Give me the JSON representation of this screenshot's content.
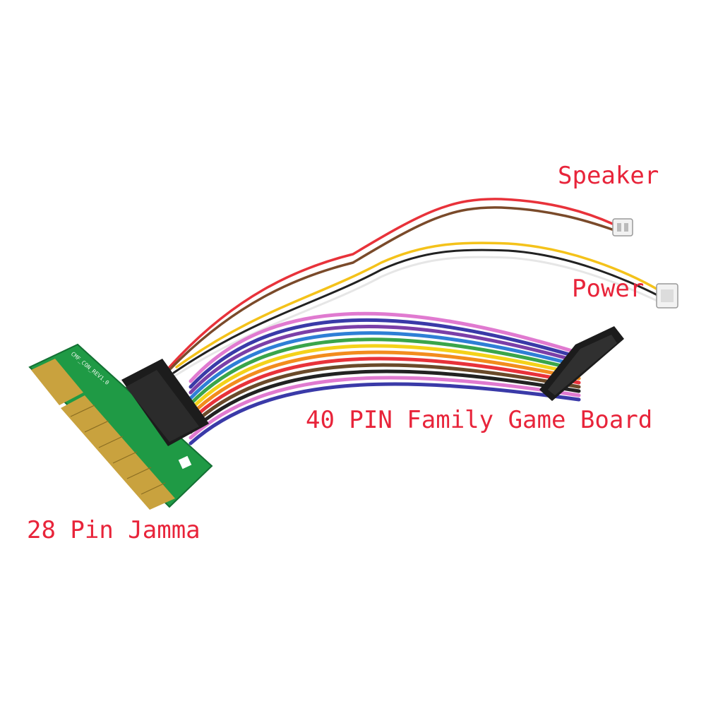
{
  "labels": {
    "speaker": "Speaker",
    "power": "Power",
    "family_board": "40 PIN Family Game Board",
    "jamma": "28 Pin Jamma"
  },
  "pcb_silkscreen": "CMF_CON_REV1.0",
  "colors": {
    "label_text": "#e8243a",
    "pcb_green": "#1f9a45",
    "gold_contacts": "#c9a23e",
    "connector_black": "#1c1c1c",
    "ribbon_wires": [
      "#e8323a",
      "#f28c1e",
      "#f4d21a",
      "#3aa54a",
      "#2e7fd6",
      "#3a3aa8",
      "#7b3fa8",
      "#e07ad0",
      "#6a4a2a",
      "#222222"
    ]
  }
}
